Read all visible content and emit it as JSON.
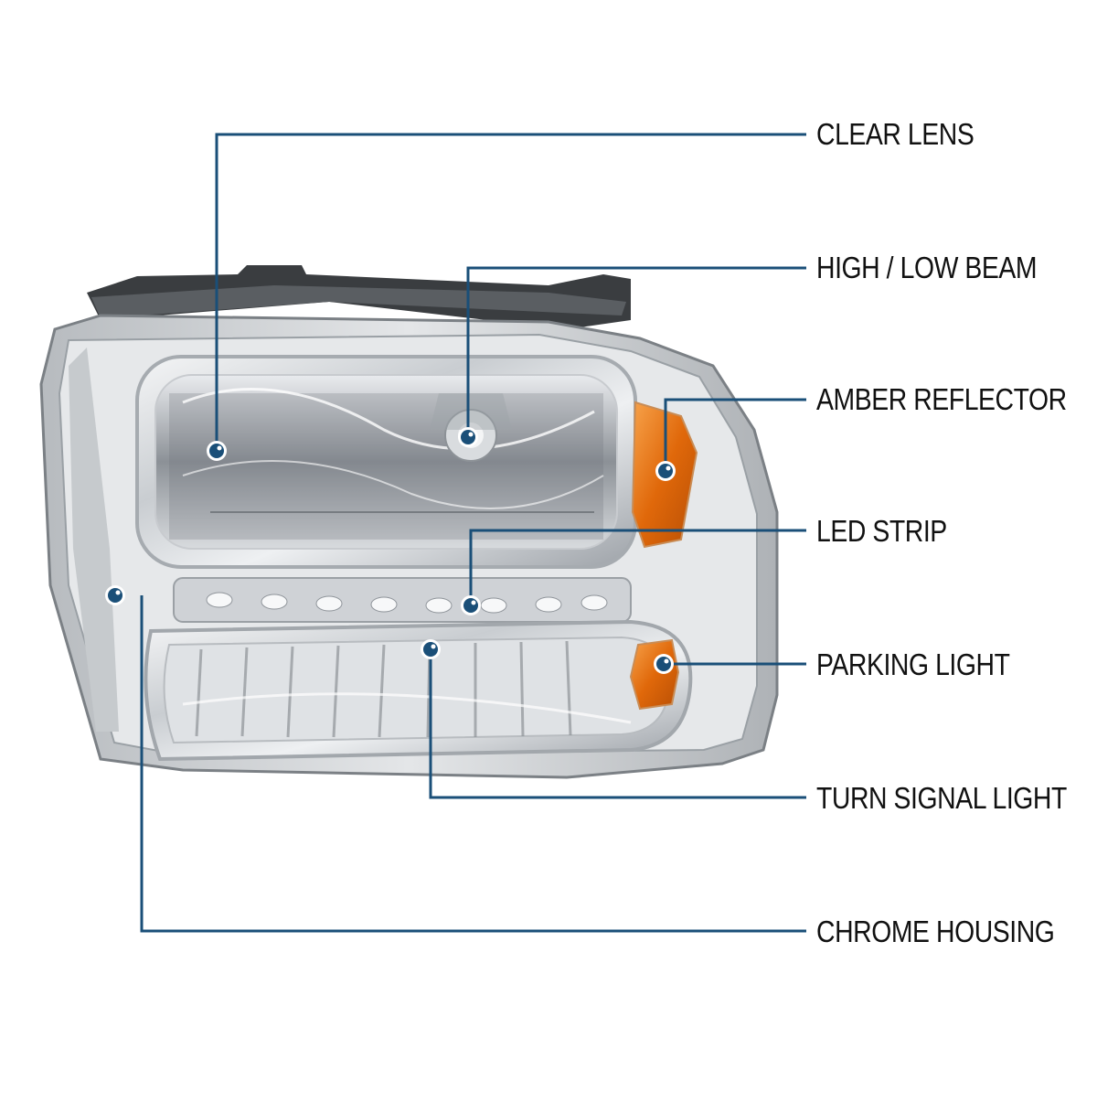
{
  "colors": {
    "leader_line": "#1a4f78",
    "marker_fill": "#1a4f78",
    "marker_ring": "#ffffff",
    "label_text": "#111111",
    "amber": "#e8740f",
    "chrome": "#d4d7da",
    "housing_dark": "#3a3d40"
  },
  "callouts": {
    "clear_lens": "CLEAR LENS",
    "high_low_beam": "HIGH / LOW BEAM",
    "amber_reflector": "AMBER REFLECTOR",
    "led_strip": "LED STRIP",
    "parking_light": "PARKING LIGHT",
    "turn_signal_light": "TURN SIGNAL LIGHT",
    "chrome_housing": "CHROME HOUSING"
  }
}
